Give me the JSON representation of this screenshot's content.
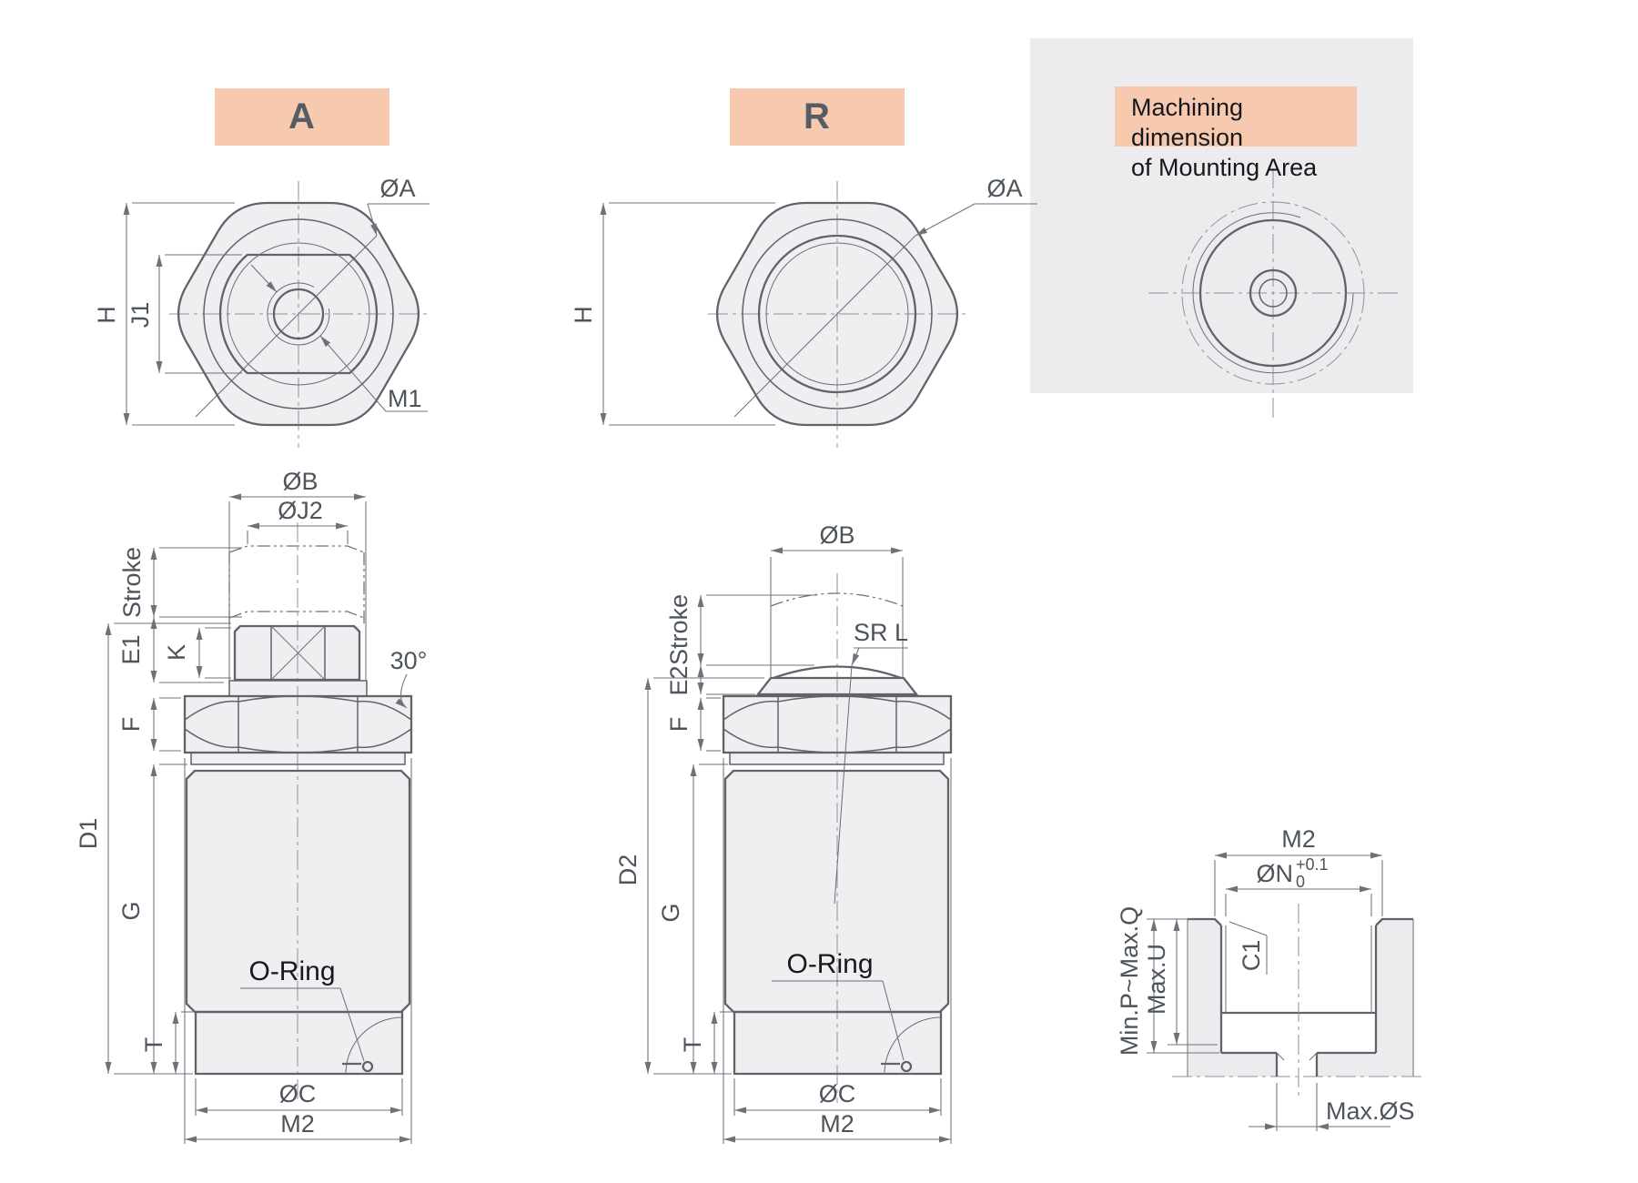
{
  "a": {
    "title": "A",
    "top": {
      "dia_a": "ØA",
      "h": "H",
      "j1": "J1",
      "m1": "M1"
    },
    "side": {
      "dia_b": "ØB",
      "dia_j2": "ØJ2",
      "stroke": "Stroke",
      "e1": "E1",
      "k": "K",
      "angle": "30°",
      "f": "F",
      "d1": "D1",
      "g": "G",
      "o_ring": "O-Ring",
      "t": "T",
      "dia_c": "ØC",
      "m2": "M2"
    }
  },
  "r": {
    "title": "R",
    "top": {
      "dia_a": "ØA",
      "h": "H"
    },
    "side": {
      "dia_b": "ØB",
      "stroke": "Stroke",
      "e2": "E2",
      "f": "F",
      "sr_l": "SR L",
      "d2": "D2",
      "g": "G",
      "o_ring": "O-Ring",
      "t": "T",
      "dia_c": "ØC",
      "m2": "M2"
    }
  },
  "mounting": {
    "title_line1": "Machining dimension",
    "title_line2": "of Mounting Area",
    "labels": {
      "m2": "M2",
      "dia_n": "ØN",
      "tol_upper": "+0.1",
      "tol_lower": "0",
      "c1": "C1",
      "depth_range": "Min.P~Max.Q",
      "max_u": "Max.U",
      "max_dia_s": "Max.ØS"
    }
  },
  "colors": {
    "accent": "#f7cab0",
    "line": "#5f646b",
    "dim": "#6d727a",
    "text": "#4d545b",
    "dark_text": "#17191c",
    "part_fill": "#efeff1",
    "panel": "#ececee"
  }
}
